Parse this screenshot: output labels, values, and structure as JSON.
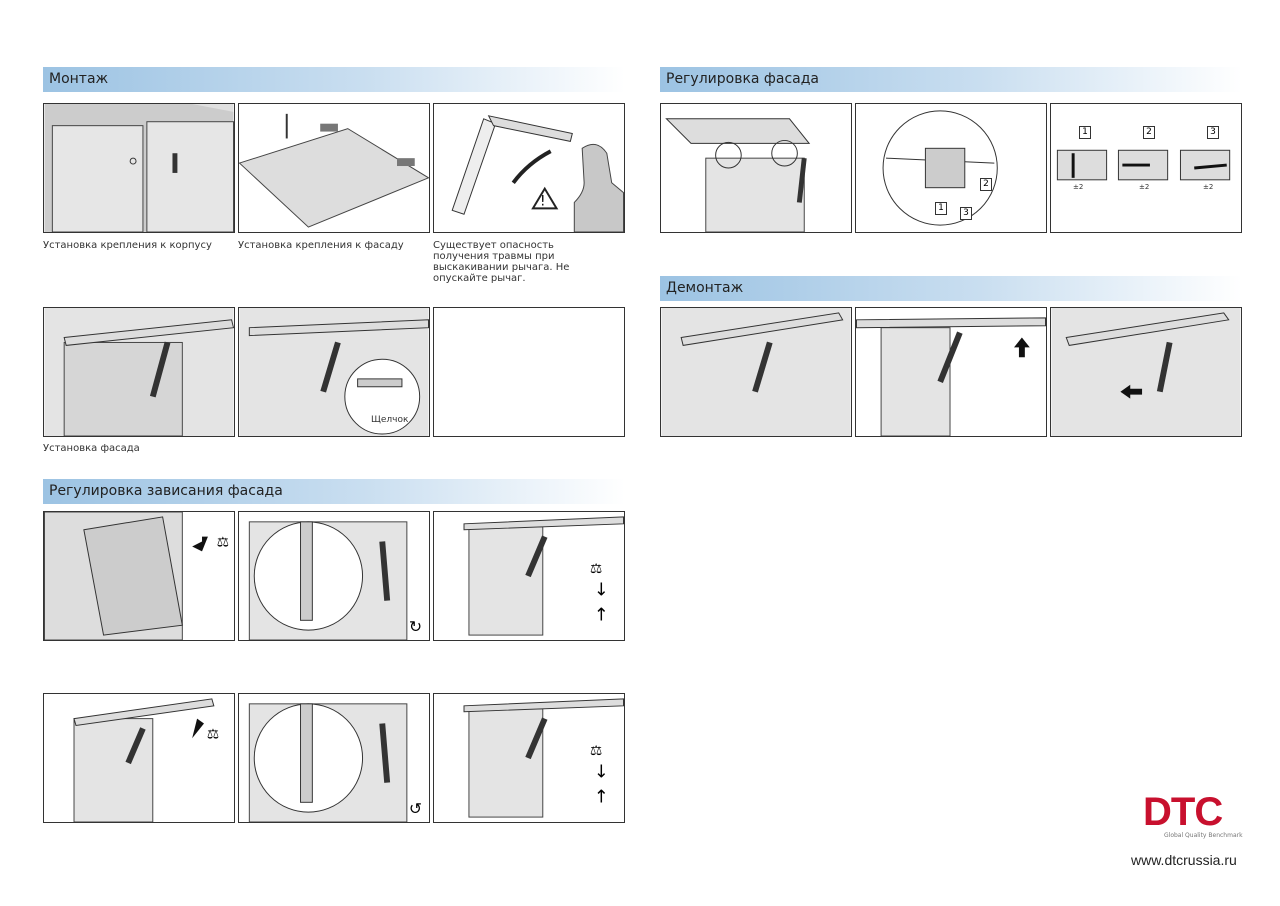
{
  "sections": {
    "mount": "Монтаж",
    "facade_adjust": "Регулировка фасада",
    "dismount": "Демонтаж",
    "hang_adjust": "Регулировка зависания фасада"
  },
  "captions": {
    "body_mount": "Установка крепления к корпусу",
    "facade_mount": "Установка крепления к фасаду",
    "warning": "Существует опасность получения травмы при выскакивании рычага. Не опускайте рычаг.",
    "facade_install": "Установка фасада"
  },
  "labels": {
    "click": "Щелчок",
    "n1": "1",
    "n2": "2",
    "n3": "3",
    "pm": "±2"
  },
  "brand": {
    "logo": "DTC",
    "tagline": "Global Quality Benchmark",
    "url": "www.dtcrussia.ru",
    "color": "#c8102e"
  }
}
